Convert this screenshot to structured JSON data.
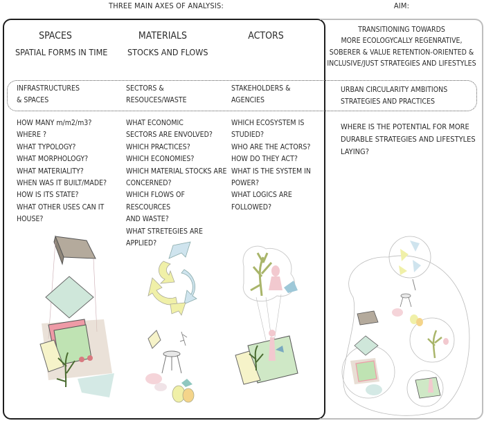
{
  "header": {
    "left_title": "THREE MAIN AXES OF ANALYSIS:",
    "right_title": "AIM:"
  },
  "columns": [
    {
      "title": "SPACES",
      "subtitle": "SPATIAL FORMS IN TIME",
      "band": [
        "INFRASTRUCTURES",
        "& SPACES"
      ],
      "questions": [
        "HOW MANY m/m2/m3?",
        "WHERE ?",
        "WHAT TYPOLOGY?",
        "WHAT MORPHOLOGY?",
        "WHAT MATERIALITY?",
        "WHEN WAS IT BUILT/MADE?",
        "HOW IS ITS STATE?",
        "WHAT OTHER USES CAN IT",
        "HOUSE?"
      ]
    },
    {
      "title": "MATERIALS",
      "subtitle": "STOCKS AND FLOWS",
      "band": [
        "SECTORS &",
        "RESOUCES/WASTE"
      ],
      "questions": [
        "WHAT ECONOMIC",
        "SECTORS ARE ENVOLVED?",
        "WHICH PRACTICES?",
        "WHICH ECONOMIES?",
        "WHICH MATERIAL STOCKS ARE",
        "CONCERNED?",
        "WHICH FLOWS OF RESCOURCES",
        "AND WASTE?",
        "WHAT STRETEGIES ARE",
        "APPLIED?"
      ]
    },
    {
      "title": "ACTORS",
      "subtitle": "",
      "band": [
        "STAKEHOLDERS &",
        "AGENCIES"
      ],
      "questions": [
        "WHICH ECOSYSTEM IS",
        "STUDIED?",
        "WHO ARE THE ACTORS?",
        "HOW DO THEY ACT?",
        "WHAT IS THE SYSTEM IN",
        "POWER?",
        "WHAT LOGICS ARE",
        "FOLLOWED?"
      ]
    }
  ],
  "aim": {
    "lines": [
      "TRANSITIONING TOWARDS",
      "MORE ECOLOGYCALLY REGENRATIVE,",
      "SOBERER & VALUE RETENTION-ORIENTED &",
      "INCLUSIVE/JUST  STRATEGIES AND LIFESTYLES"
    ],
    "band": [
      "URBAN CIRCULARITY AMBITIONS",
      "STRATEGIES AND PRACTICES"
    ],
    "question": [
      "WHERE IS THE POTENTIAL FOR MORE",
      "DURABLE STRATEGIES AND LIFESTYLES",
      "LAYING?"
    ]
  },
  "colors": {
    "frame": "#1d1d1d",
    "aim_frame": "#bdbdbd",
    "green": "#bfe3b3",
    "yellow": "#f0f0a8",
    "blue_arrow": "#cfe4ee",
    "pink": "#f2c9cf",
    "taupe": "#b4aa9c",
    "teal": "#cfe7e2"
  }
}
